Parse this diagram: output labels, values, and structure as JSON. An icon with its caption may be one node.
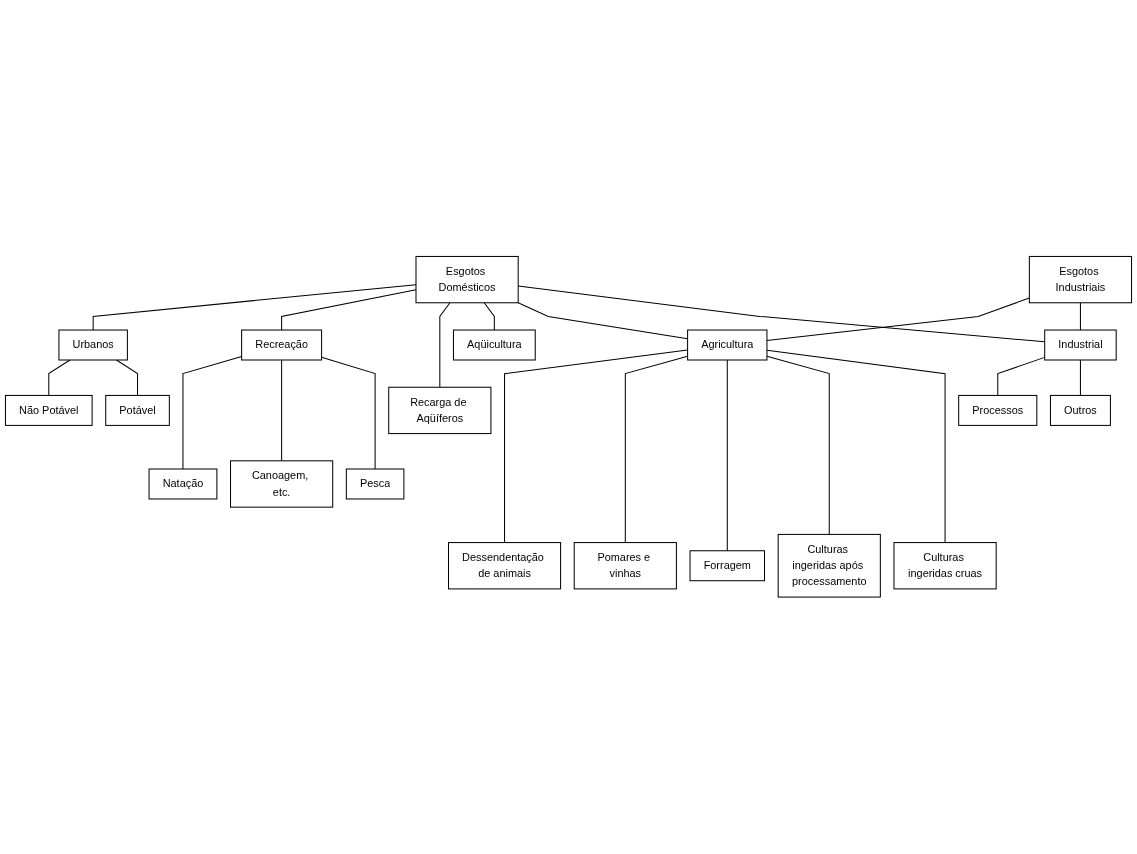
{
  "diagram": {
    "nodes": [
      {
        "text": [
          "Esgotos Domésticos"
        ]
      },
      {
        "text": [
          "Esgotos Industriais"
        ]
      },
      {
        "text": [
          "Urbanos"
        ]
      },
      {
        "text": [
          "Recreação"
        ]
      },
      {
        "text": [
          "Aqüicultura"
        ]
      },
      {
        "text": [
          "Agricultura"
        ]
      },
      {
        "text": [
          "Industrial"
        ]
      },
      {
        "text": [
          "Não Potável"
        ]
      },
      {
        "text": [
          "Potável"
        ]
      },
      {
        "text": [
          "Recarga de Aqüíferos"
        ]
      },
      {
        "text": [
          "Processos"
        ]
      },
      {
        "text": [
          "Outros"
        ]
      },
      {
        "text": [
          "Natação"
        ]
      },
      {
        "text": [
          "Canoagem, etc."
        ]
      },
      {
        "text": [
          "Pesca"
        ]
      },
      {
        "text": [
          "Dessendentação de animais"
        ]
      },
      {
        "text": [
          "Pomares e vinhas"
        ]
      },
      {
        "text": [
          "Forragem"
        ]
      },
      {
        "text": [
          "Culturas ingeridas após processamento"
        ]
      },
      {
        "text": [
          "Culturas ingeridas cruas"
        ]
      }
    ],
    "edges": [
      {
        "from": 0,
        "to": 2,
        "arrow": "none"
      },
      {
        "from": 0,
        "to": 3,
        "arrow": "none"
      },
      {
        "from": 0,
        "to": 9,
        "arrow": "none"
      },
      {
        "from": 0,
        "to": 4,
        "arrow": "none"
      },
      {
        "from": 0,
        "to": 5,
        "arrow": "none"
      },
      {
        "from": 0,
        "to": 6,
        "arrow": "none"
      },
      {
        "from": 1,
        "to": 5,
        "arrow": "none"
      },
      {
        "from": 1,
        "to": 6,
        "arrow": "none"
      },
      {
        "from": 2,
        "to": 7,
        "arrow": "none"
      },
      {
        "from": 2,
        "to": 8,
        "arrow": "none"
      },
      {
        "from": 6,
        "to": 10,
        "arrow": "none"
      },
      {
        "from": 6,
        "to": 11,
        "arrow": "none"
      },
      {
        "from": 3,
        "to": 12,
        "arrow": "none"
      },
      {
        "from": 3,
        "to": 13,
        "arrow": "none"
      },
      {
        "from": 3,
        "to": 14,
        "arrow": "none"
      },
      {
        "from": 5,
        "to": 15,
        "arrow": "none"
      },
      {
        "from": 5,
        "to": 16,
        "arrow": "none"
      },
      {
        "from": 5,
        "to": 17,
        "arrow": "none"
      },
      {
        "from": 5,
        "to": 18,
        "arrow": "none"
      },
      {
        "from": 5,
        "to": 19,
        "arrow": "none"
      }
    ]
  }
}
